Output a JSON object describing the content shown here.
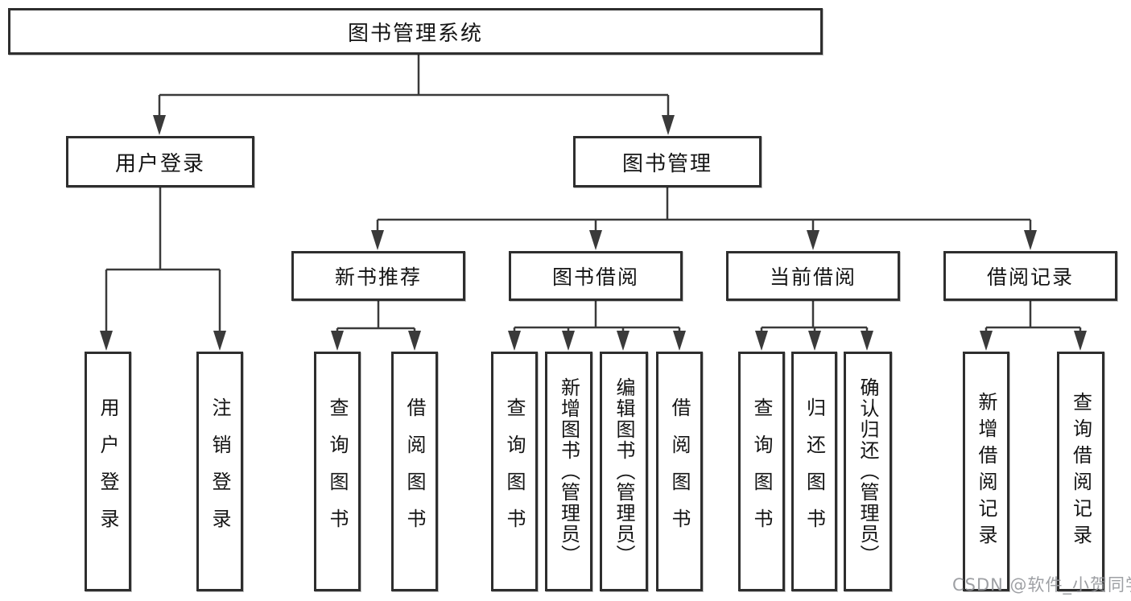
{
  "diagram": {
    "root": {
      "label": "图书管理系统"
    },
    "branches": [
      {
        "label": "用户登录",
        "children": [
          {
            "label": "用户登录"
          },
          {
            "label": "注销登录"
          }
        ]
      },
      {
        "label": "图书管理",
        "children": [
          {
            "label": "新书推荐",
            "children": [
              {
                "label": "查询图书"
              },
              {
                "label": "借阅图书"
              }
            ]
          },
          {
            "label": "图书借阅",
            "children": [
              {
                "label": "查询图书"
              },
              {
                "label": "新增图书（管理员）"
              },
              {
                "label": "编辑图书（管理员）"
              },
              {
                "label": "借阅图书"
              }
            ]
          },
          {
            "label": "当前借阅",
            "children": [
              {
                "label": "查询图书"
              },
              {
                "label": "归还图书"
              },
              {
                "label": "确认归还（管理员）"
              }
            ]
          },
          {
            "label": "借阅记录",
            "children": [
              {
                "label": "新增借阅记录"
              },
              {
                "label": "查询借阅记录"
              }
            ]
          }
        ]
      }
    ]
  },
  "watermark": {
    "text": "CSDN @软件_小贺同学"
  },
  "colors": {
    "line": "#3a3a3a",
    "box_border": "#2e2e2e",
    "box_fill": "#ffffff",
    "text": "#141414",
    "watermark": "#94969a"
  }
}
